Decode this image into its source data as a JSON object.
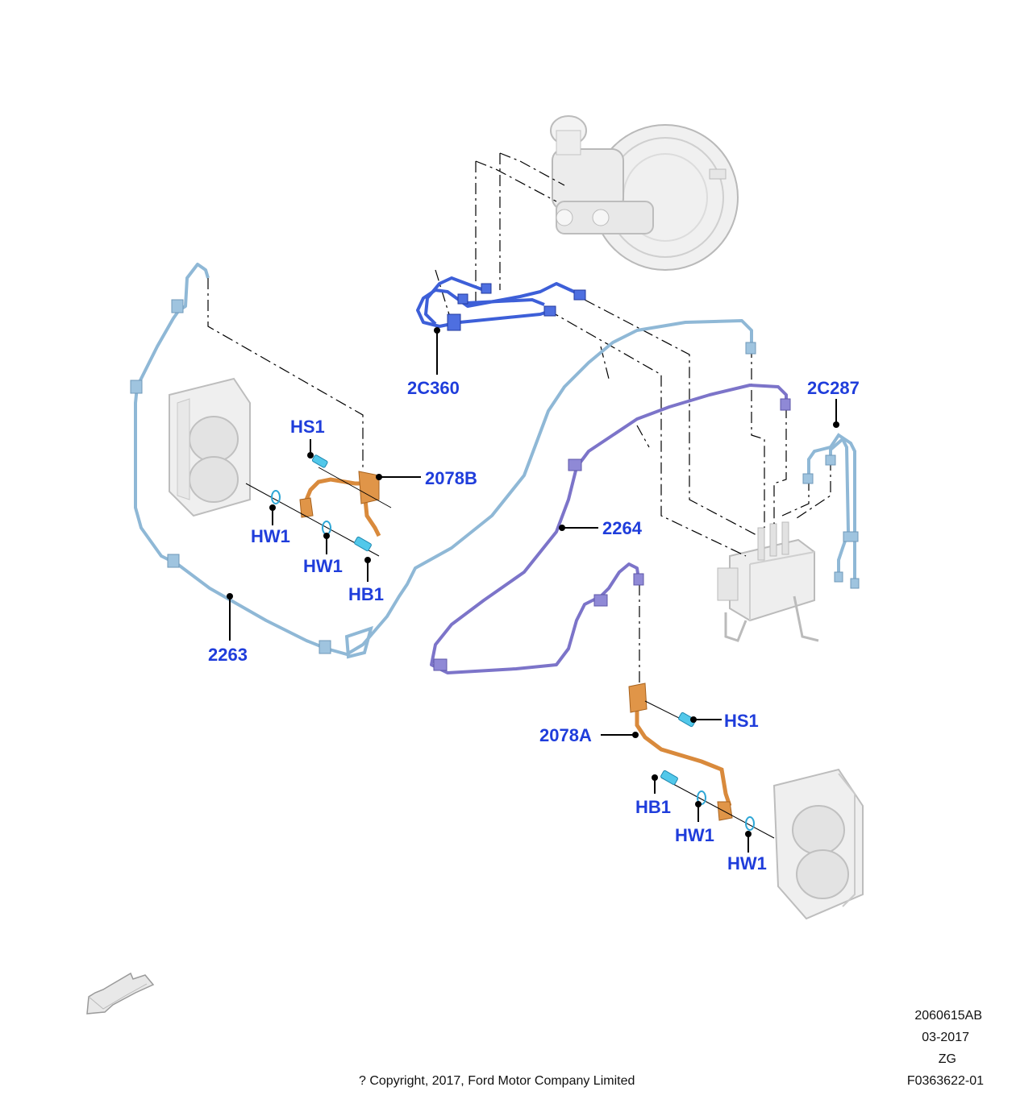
{
  "diagram": {
    "callouts": {
      "c_2c360": "2C360",
      "c_2c287": "2C287",
      "c_hs1_top": "HS1",
      "c_2078b": "2078B",
      "c_hw1_a": "HW1",
      "c_hw1_b": "HW1",
      "c_hb1_top": "HB1",
      "c_2264": "2264",
      "c_2263": "2263",
      "c_hs1_bottom": "HS1",
      "c_2078a": "2078A",
      "c_hb1_bottom": "HB1",
      "c_hw1_c": "HW1",
      "c_hw1_d": "HW1"
    },
    "colors": {
      "callout_text": "#1f3ddb",
      "line_2263": "#8fb8d6",
      "line_2264": "#7c74c9",
      "line_2c360": "#3d5fd8",
      "hose": "#d98a3c",
      "fastener": "#52c8ea",
      "component_gray": "#dedede"
    },
    "icons": [
      "front-direction-arrow-icon"
    ]
  },
  "footer": {
    "part_number": "2060615AB",
    "date": "03-2017",
    "code": "ZG",
    "figure_id": "F0363622-01",
    "copyright": "? Copyright, 2017, Ford Motor Company Limited"
  }
}
